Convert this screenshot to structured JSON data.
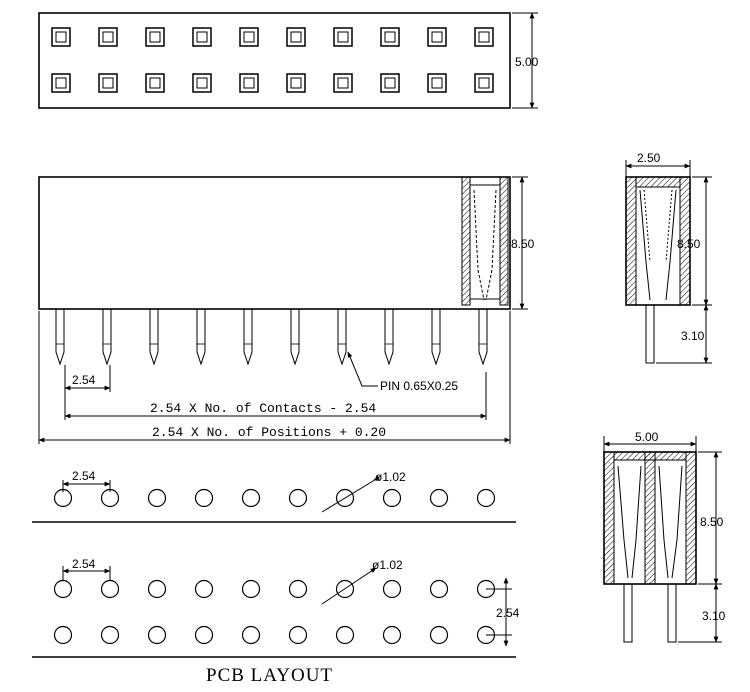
{
  "top_view": {
    "height_dim": "5.00",
    "rows": 2,
    "pins_per_row": 10
  },
  "front_view": {
    "height_dim": "8.50",
    "pitch_dim": "2.54",
    "pin_label": "PIN 0.65X0.25",
    "contacts_dim": "2.54 X No. of Contacts - 2.54",
    "positions_dim": "2.54 X No. of Positions + 0.20"
  },
  "side_view_single": {
    "width_dim": "2.50",
    "height_dim": "8.50",
    "pin_dim": "3.10"
  },
  "side_view_dual": {
    "width_dim": "5.00",
    "height_dim": "8.50",
    "pin_dim": "3.10"
  },
  "pcb_single": {
    "pitch_dim": "2.54",
    "hole_dim": "ø1.02"
  },
  "pcb_dual": {
    "pitch_dim": "2.54",
    "hole_dim": "ø1.02",
    "row_pitch_dim": "2.54"
  },
  "pcb_title": "PCB LAYOUT"
}
